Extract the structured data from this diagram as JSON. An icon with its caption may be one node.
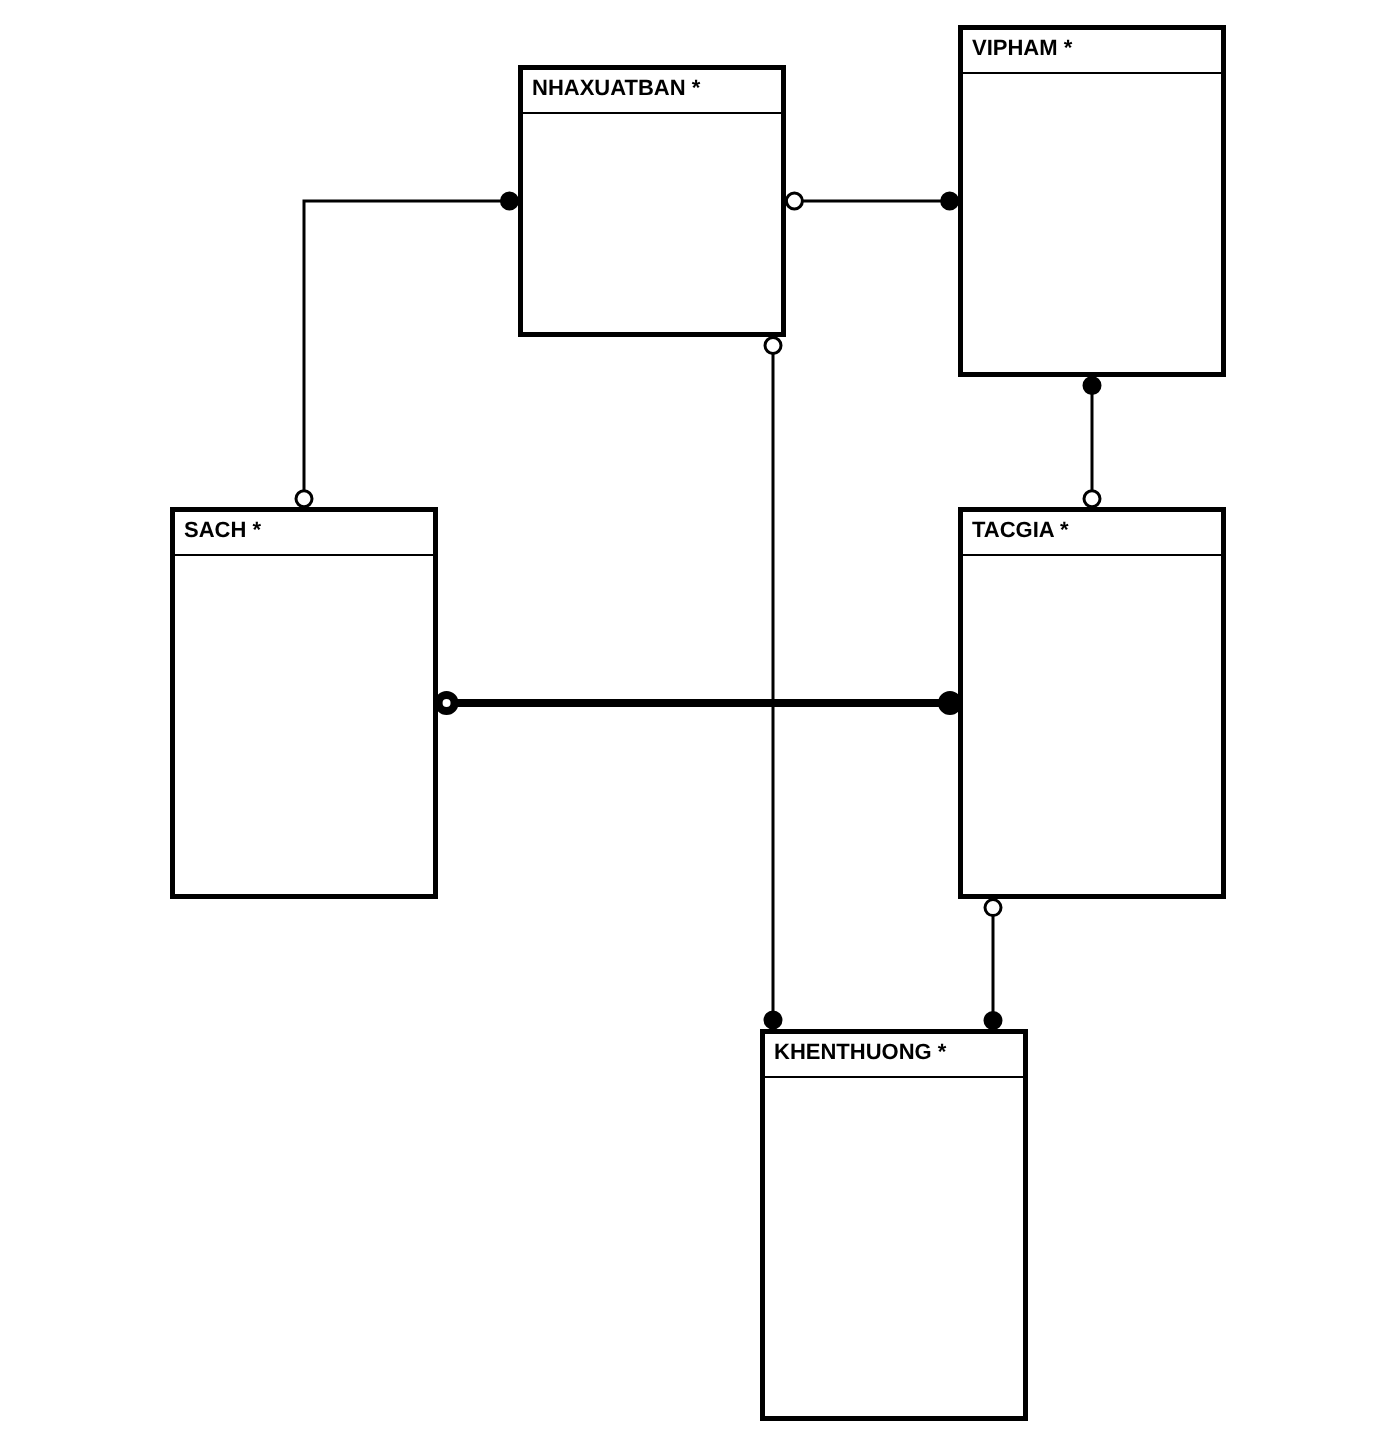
{
  "diagram": {
    "nodes": [
      {
        "text": [
          "NHAXUATBAN *"
        ]
      },
      {
        "text": [
          "VIPHAM *"
        ]
      },
      {
        "text": [
          "TACGIA *"
        ]
      },
      {
        "text": [
          "SACH *"
        ]
      },
      {
        "text": [
          "KHENTHUONG *"
        ]
      }
    ],
    "edges": [
      {
        "from": 0,
        "to": 1,
        "arrow": "other"
      },
      {
        "from": 0,
        "to": 3,
        "arrow": "other"
      },
      {
        "from": 0,
        "to": 4,
        "arrow": "other"
      },
      {
        "from": 2,
        "to": 1,
        "arrow": "other"
      },
      {
        "from": 3,
        "to": 2,
        "arrow": "other",
        "style": "thick"
      },
      {
        "from": 2,
        "to": 4,
        "arrow": "other"
      }
    ]
  }
}
